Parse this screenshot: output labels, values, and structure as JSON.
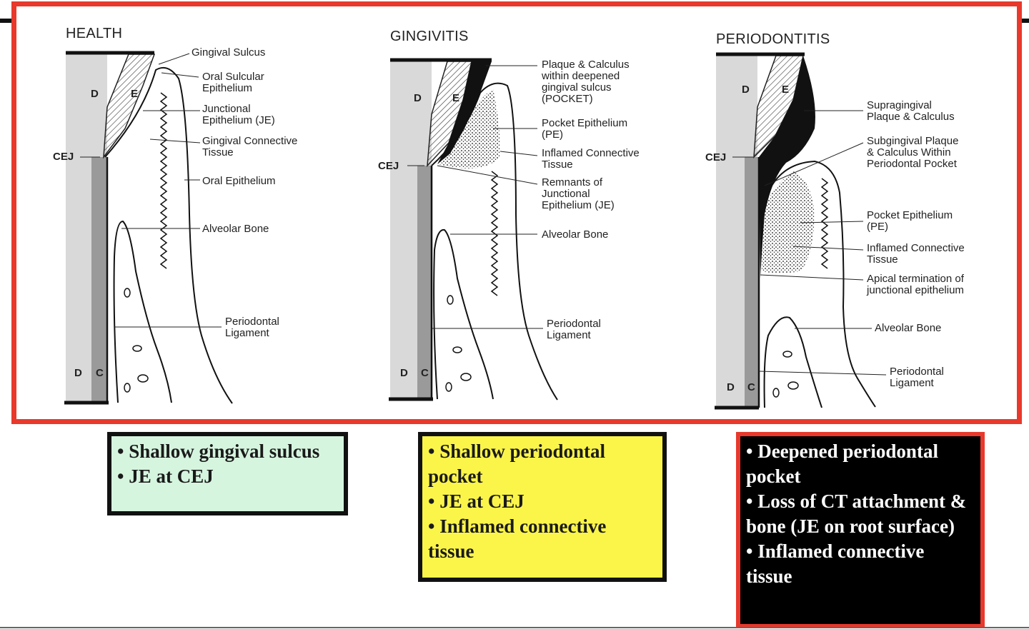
{
  "panels": {
    "health": {
      "title": "HEALTH",
      "labels": {
        "sulcus": "Gingival Sulcus",
        "oral_sulcular": "Oral Sulcular\nEpithelium",
        "je": "Junctional\nEpithelium (JE)",
        "gct": "Gingival Connective\nTissue",
        "oral_epi": "Oral Epithelium",
        "bone": "Alveolar Bone",
        "pdl": "Periodontal\nLigament",
        "cej": "CEJ",
        "d_top": "D",
        "e_top": "E",
        "d_bot": "D",
        "c_bot": "C"
      }
    },
    "gingivitis": {
      "title": "GINGIVITIS",
      "labels": {
        "plaque": "Plaque & Calculus\nwithin deepened\ngingival sulcus\n(POCKET)",
        "pe": "Pocket Epithelium\n(PE)",
        "ict": "Inflamed Connective\nTissue",
        "remnants": "Remnants of\nJunctional\nEpithelium (JE)",
        "bone": "Alveolar Bone",
        "pdl": "Periodontal\nLigament",
        "cej": "CEJ",
        "d_top": "D",
        "e_top": "E",
        "d_bot": "D",
        "c_bot": "C"
      }
    },
    "periodontitis": {
      "title": "PERIODONTITIS",
      "labels": {
        "supra": "Supragingival\nPlaque & Calculus",
        "sub": "Subgingival Plaque\n& Calculus Within\nPeriodontal Pocket",
        "pe": "Pocket Epithelium\n(PE)",
        "ict": "Inflamed Connective\nTissue",
        "apical": "Apical termination of\njunctional epithelium",
        "bone": "Alveolar Bone",
        "pdl": "Periodontal\nLigament",
        "cej": "CEJ",
        "d_top": "D",
        "e_top": "E",
        "d_bot": "D",
        "c_bot": "C"
      }
    }
  },
  "boxes": {
    "health": [
      "• Shallow gingival sulcus",
      "• JE at CEJ"
    ],
    "gingivitis": [
      "• Shallow periodontal pocket",
      "• JE at CEJ",
      "• Inflamed connective tissue"
    ],
    "periodontitis": [
      "• Deepened periodontal pocket",
      "• Loss of CT attachment &      bone (JE on root surface)",
      "• Inflamed connective tissue"
    ]
  },
  "colors": {
    "frame": "#e8392c",
    "health_box": "#d6f5df",
    "gingivitis_box": "#fbf54a",
    "perio_box": "#000000"
  }
}
